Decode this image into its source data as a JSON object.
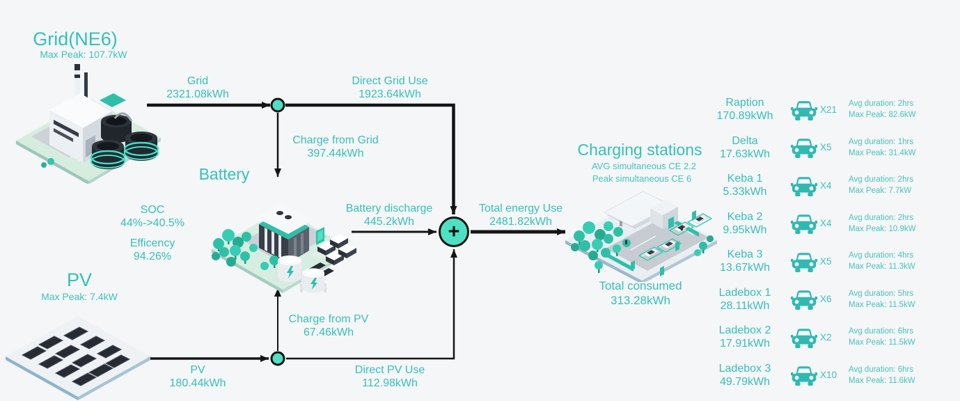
{
  "colors": {
    "accent_teal": "#38bfb8",
    "node_fill": "#4de0c2",
    "line_black": "#151515",
    "background": "#f4f6f8"
  },
  "grid_source": {
    "title": "Grid(NE6)",
    "max_peak": "Max Peak: 107.7kW"
  },
  "pv_source": {
    "title": "PV",
    "max_peak": "Max Peak: 7.4kW"
  },
  "battery": {
    "title": "Battery",
    "soc_label": "SOC",
    "soc_value": "44%->40.5%",
    "efficiency_label": "Efficency",
    "efficiency_value": "94.26%"
  },
  "flows": {
    "grid": {
      "label": "Grid",
      "value": "2321.08kWh"
    },
    "direct_grid_use": {
      "label": "Direct Grid Use",
      "value": "1923.64kWh"
    },
    "charge_from_grid": {
      "label": "Charge from Grid",
      "value": "397.44kWh"
    },
    "battery_discharge": {
      "label": "Battery discharge",
      "value": "445.2kWh"
    },
    "total_energy_use": {
      "label": "Total energy Use",
      "value": "2481.82kWh"
    },
    "pv": {
      "label": "PV",
      "value": "180.44kWh"
    },
    "charge_from_pv": {
      "label": "Charge from PV",
      "value": "67.46kWh"
    },
    "direct_pv_use": {
      "label": "Direct PV Use",
      "value": "112.98kWh"
    }
  },
  "sum_node": {
    "symbol": "+"
  },
  "charging": {
    "title": "Charging stations",
    "avg_simultaneous": "AVG simultaneous CE 2.2",
    "peak_simultaneous": "Peak simultaneous CE 6",
    "total_label": "Total consumed",
    "total_value": "313.28kWh"
  },
  "stations": [
    {
      "name": "Raption",
      "energy": "170.89kWh",
      "count": "X21",
      "avg_duration": "Avg duration: 2hrs",
      "max_peak": "Max Peak: 82.6kW"
    },
    {
      "name": "Delta",
      "energy": "17.63kWh",
      "count": "X5",
      "avg_duration": "Avg duration: 1hrs",
      "max_peak": "Max Peak: 31.4kW"
    },
    {
      "name": "Keba 1",
      "energy": "5.33kWh",
      "count": "X4",
      "avg_duration": "Avg duration: 2hrs",
      "max_peak": "Max Peak: 7.7kW"
    },
    {
      "name": "Keba 2",
      "energy": "9.95kWh",
      "count": "X4",
      "avg_duration": "Avg duration: 2hrs",
      "max_peak": "Max Peak: 10.9kW"
    },
    {
      "name": "Keba 3",
      "energy": "13.67kWh",
      "count": "X5",
      "avg_duration": "Avg duration: 4hrs",
      "max_peak": "Max Peak: 11.3kW"
    },
    {
      "name": "Ladebox 1",
      "energy": "28.11kWh",
      "count": "X6",
      "avg_duration": "Avg duration: 5hrs",
      "max_peak": "Max Peak: 11.5kW"
    },
    {
      "name": "Ladebox 2",
      "energy": "17.91kWh",
      "count": "X2",
      "avg_duration": "Avg duration: 6hrs",
      "max_peak": "Max Peak: 11.5kW"
    },
    {
      "name": "Ladebox 3",
      "energy": "49.79kWh",
      "count": "X10",
      "avg_duration": "Avg duration: 6hrs",
      "max_peak": "Max Peak: 11.6kW"
    }
  ]
}
